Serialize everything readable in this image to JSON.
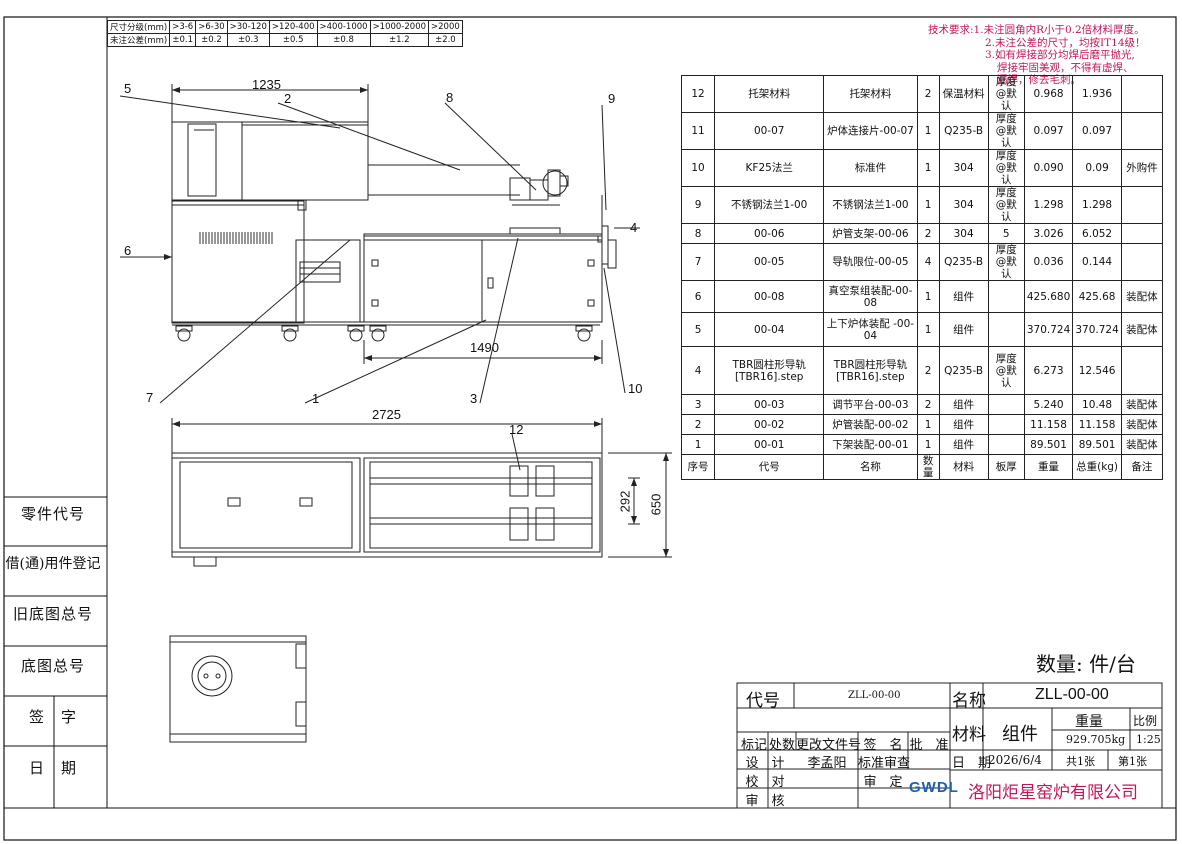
{
  "tolerance": {
    "header_label": "尺寸分级(mm)",
    "row_label": "未注公差(mm)",
    "ranges": [
      ">3-6",
      ">6-30",
      ">30-120",
      ">120-400",
      ">400-1000",
      ">1000-2000",
      ">2000"
    ],
    "values": [
      "±0.1",
      "±0.2",
      "±0.3",
      "±0.5",
      "±0.8",
      "±1.2",
      "±2.0"
    ]
  },
  "tech_req": {
    "title": "技术要求:",
    "items": [
      "1.未注圆角内R小于0.2倍材料厚度。",
      "2.未注公差的尺寸，均按IT14级！",
      "3.如有焊接部分均焊后磨平抛光,",
      "焊接牢固美观，不得有虚焊、",
      "漏焊，修去毛刺。"
    ]
  },
  "bom": {
    "headers": [
      "序号",
      "代号",
      "名称",
      "数量",
      "材料",
      "板厚",
      "重量",
      "总重(kg)",
      "备注"
    ],
    "rows": [
      [
        "12",
        "托架材料",
        "托架材料",
        "2",
        "保温材料",
        "厚度@默认",
        "0.968",
        "1.936",
        ""
      ],
      [
        "11",
        "00-07",
        "炉体连接片-00-07",
        "1",
        "Q235-B",
        "厚度@默认",
        "0.097",
        "0.097",
        ""
      ],
      [
        "10",
        "KF25法兰",
        "标准件",
        "1",
        "304",
        "厚度@默认",
        "0.090",
        "0.09",
        "外购件"
      ],
      [
        "9",
        "不锈钢法兰1-00",
        "不锈钢法兰1-00",
        "1",
        "304",
        "厚度@默认",
        "1.298",
        "1.298",
        ""
      ],
      [
        "8",
        "00-06",
        "炉管支架-00-06",
        "2",
        "304",
        "5",
        "3.026",
        "6.052",
        ""
      ],
      [
        "7",
        "00-05",
        "导轨限位-00-05",
        "4",
        "Q235-B",
        "厚度@默认",
        "0.036",
        "0.144",
        ""
      ],
      [
        "6",
        "00-08",
        "真空泵组装配-00-08",
        "1",
        "组件",
        "",
        "425.680",
        "425.68",
        "装配体"
      ],
      [
        "5",
        "00-04",
        "上下炉体装配 -00-04",
        "1",
        "组件",
        "",
        "370.724",
        "370.724",
        "装配体"
      ],
      [
        "4",
        "TBR圆柱形导轨[TBR16].step",
        "TBR圆柱形导轨[TBR16].step",
        "2",
        "Q235-B",
        "厚度@默认",
        "6.273",
        "12.546",
        ""
      ],
      [
        "3",
        "00-03",
        "调节平台-00-03",
        "2",
        "组件",
        "",
        "5.240",
        "10.48",
        "装配体"
      ],
      [
        "2",
        "00-02",
        "炉管装配-00-02",
        "1",
        "组件",
        "",
        "11.158",
        "11.158",
        "装配体"
      ],
      [
        "1",
        "00-01",
        "下架装配-00-01",
        "1",
        "组件",
        "",
        "89.501",
        "89.501",
        "装配体"
      ]
    ]
  },
  "side_labels": [
    "零件代号",
    "借(通)用件登记",
    "旧底图总号",
    "底图总号",
    "签　字",
    "日　期"
  ],
  "dimensions": {
    "d1235": "1235",
    "d1490": "1490",
    "d2725": "2725",
    "d292": "292",
    "d650": "650"
  },
  "callouts": [
    "1",
    "2",
    "3",
    "4",
    "5",
    "6",
    "7",
    "8",
    "9",
    "10",
    "12"
  ],
  "quantity": "数量:  件/台",
  "title_block": {
    "code_label": "代号",
    "code_value": "ZLL-00-00",
    "name_label": "名称",
    "name_value": "ZLL-00-00",
    "material_label": "材料",
    "material_value": "组件",
    "weight_label": "重量",
    "weight_value": "929.705kg",
    "scale_label": "比例",
    "scale_value": "1:25",
    "rev_headers": [
      "标记",
      "处数",
      "更改文件号",
      "签　名",
      "批　准"
    ],
    "design_label": "设　计",
    "designer": "李孟阳",
    "std_review": "标准审查",
    "check_label": "校　对",
    "review_label": "审　定",
    "audit_label": "审　核",
    "date_label": "日　期",
    "date_value": "2026/6/4",
    "sheets_total": "共1张",
    "sheet_no": "第1张",
    "logo": "GWDL",
    "company": "洛阳炬星窑炉有限公司"
  }
}
